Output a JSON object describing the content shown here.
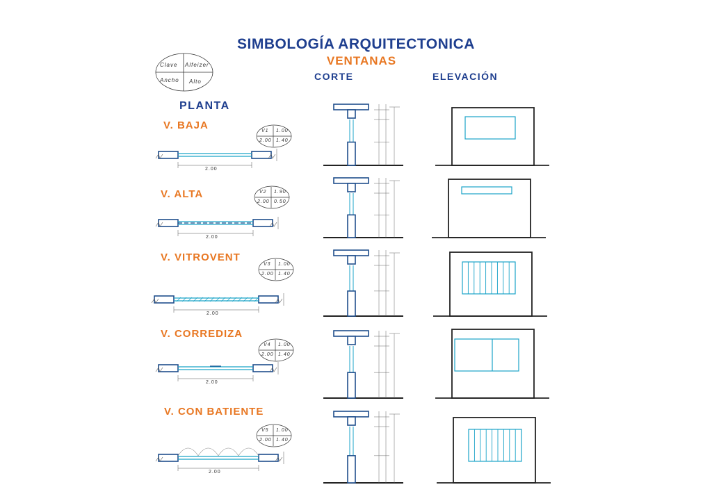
{
  "title": "SIMBOLOGÍA ARQUITECTONICA",
  "subtitle": "VENTANAS",
  "headers": {
    "corte": "CORTE",
    "elevacion": "ELEVACIÓN",
    "planta": "PLANTA"
  },
  "legend_key": {
    "clave": "Clave",
    "alfeizer": "Alfeizer",
    "ancho": "Ancho",
    "alto": "Alto"
  },
  "colors": {
    "title": "#1f3f8f",
    "accent": "#e87722",
    "line": "#1f4e8c",
    "window": "#1aa3c8"
  },
  "windows": [
    {
      "name": "V. BAJA",
      "tag": "V1",
      "alfeizer": "1.00",
      "ancho": "2.00",
      "alto": "1.40",
      "plan_width": "2.00",
      "elevation": "single"
    },
    {
      "name": "V. ALTA",
      "tag": "V2",
      "alfeizer": "1.90",
      "ancho": "2.00",
      "alto": "0.50",
      "plan_width": "2.00",
      "elevation": "high"
    },
    {
      "name": "V. VITROVENT",
      "tag": "V3",
      "alfeizer": "1.00",
      "ancho": "2.00",
      "alto": "1.40",
      "plan_width": "2.00",
      "elevation": "louver"
    },
    {
      "name": "V. CORREDIZA",
      "tag": "V4",
      "alfeizer": "1.00",
      "ancho": "2.00",
      "alto": "1.40",
      "plan_width": "2.00",
      "elevation": "sliding"
    },
    {
      "name": "V. CON  BATIENTE",
      "tag": "V5",
      "alfeizer": "1.00",
      "ancho": "2.00",
      "alto": "1.40",
      "plan_width": "2.00",
      "elevation": "casement"
    }
  ]
}
